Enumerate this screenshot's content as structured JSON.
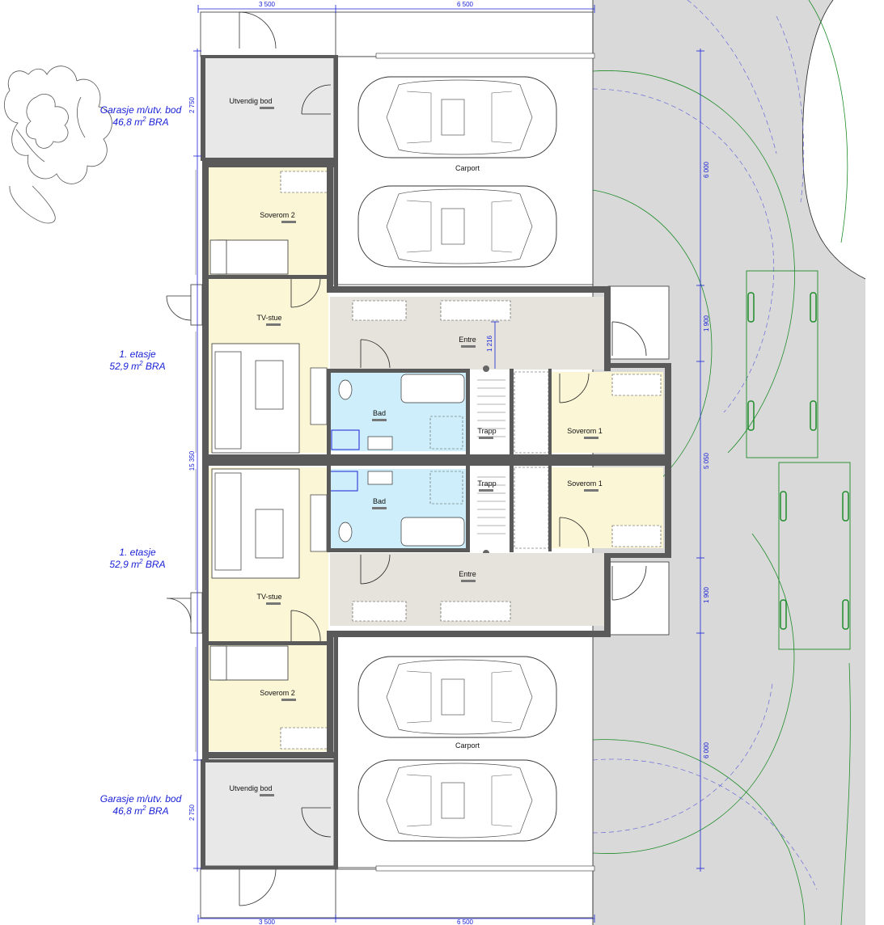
{
  "plan": {
    "dimensions": {
      "top_left": "3 500",
      "top_right": "6 500",
      "bottom_left": "3 500",
      "bottom_right": "6 500",
      "left_total": "15 350",
      "left_garage_top": "2 750",
      "left_garage_bottom": "2 750",
      "right_carport_top": "6 000",
      "right_entry_top": "1 900",
      "right_middle": "5 050",
      "right_entry_bottom": "1 900",
      "right_carport_bottom": "6 000",
      "entre_depth": "1 216"
    },
    "areas": {
      "garage_top": {
        "line1": "Garasje m/utv. bod",
        "line2_prefix": "46,8 m",
        "sup": "2",
        "line2_suffix": " BRA"
      },
      "floor_top": {
        "line1": "1. etasje",
        "line2_prefix": "52,9 m",
        "sup": "2",
        "line2_suffix": " BRA"
      },
      "floor_bottom": {
        "line1": "1. etasje",
        "line2_prefix": "52,9 m",
        "sup": "2",
        "line2_suffix": " BRA"
      },
      "garage_bottom": {
        "line1": "Garasje m/utv. bod",
        "line2_prefix": "46,8 m",
        "sup": "2",
        "line2_suffix": " BRA"
      }
    },
    "rooms": {
      "utvendig_bod_top": "Utvendig bod",
      "carport_top": "Carport",
      "soverom2_top": "Soverom 2",
      "tv_stue_top": "TV-stue",
      "entre_top": "Entre",
      "bad_top": "Bad",
      "trapp_top": "Trapp",
      "soverom1_top": "Soverom 1",
      "trapp_bottom": "Trapp",
      "soverom1_bottom": "Soverom 1",
      "bad_bottom": "Bad",
      "entre_bottom": "Entre",
      "tv_stue_bottom": "TV-stue",
      "soverom2_bottom": "Soverom 2",
      "carport_bottom": "Carport",
      "utvendig_bod_bottom": "Utvendig bod"
    },
    "colors": {
      "bedroom": "#fbf6d6",
      "living": "#fbf6d6",
      "entry": "#e6e3dc",
      "bath": "#cdeefa",
      "storage": "#e8e8e8",
      "road": "#d9d9d9",
      "wall": "#5a5a5a",
      "dimension": "#1a22d6",
      "parking": "#1f8c2a"
    }
  }
}
